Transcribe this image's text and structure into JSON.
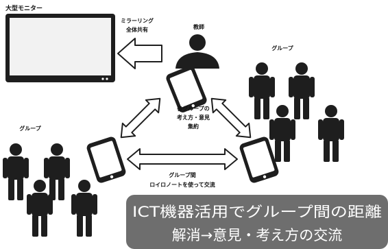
{
  "labels": {
    "monitor": "大型モニター",
    "mirroring_line1": "ミラーリング",
    "mirroring_line2": "全体共有",
    "teacher": "教師",
    "group_right": "グループ",
    "group_left": "グループ",
    "center_line1": "各グループの",
    "center_line2": "考え方・意見",
    "center_line3": "集約",
    "bottom_line1": "グループ間",
    "bottom_line2": "ロイロノートを使って交流"
  },
  "banner": {
    "line1": "ICT機器活用でグループ間の距離",
    "line2": "解消→意見・考え方の交流"
  },
  "colors": {
    "figure": "#1e1e1e",
    "banner_bg": "#6e6e6e",
    "banner_text": "#ffffff",
    "monitor_screen": "#f2f2f2"
  }
}
